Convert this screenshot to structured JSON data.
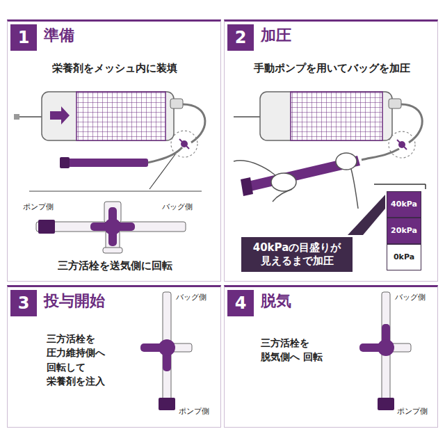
{
  "diagram": {
    "nodes": [
      {
        "text": [
          "準備",
          "栄養剤をメッシュ内に装填",
          "ポンプ側",
          "バッグ側",
          "三方活栓を送気側に回転"
        ]
      },
      {
        "text": [
          "1"
        ],
        "in": 0
      },
      {
        "text": [
          "加圧",
          "手動ポンプを用いてバッグを加圧"
        ]
      },
      {
        "text": [
          "2"
        ],
        "in": 2
      },
      {
        "text": [
          "40kPa"
        ],
        "in": 2
      },
      {
        "text": [
          "20kPa"
        ],
        "in": 2
      },
      {
        "text": [
          "0kPa"
        ],
        "in": 2
      },
      {
        "text": [
          "40kPaの目盛りが 見えるまで加圧"
        ],
        "in": 2
      },
      {
        "text": [
          "投与開始",
          "バッグ側",
          "三方活栓を 圧力維持側へ 回転して 栄養剤を注入",
          "ポンプ側"
        ]
      },
      {
        "text": [
          "3"
        ],
        "in": 8
      },
      {
        "text": [
          "脱気",
          "バッグ側",
          "三方活栓を 脱気側へ 回転",
          "ポンプ側"
        ]
      },
      {
        "text": [
          "4"
        ],
        "in": 10
      }
    ]
  }
}
